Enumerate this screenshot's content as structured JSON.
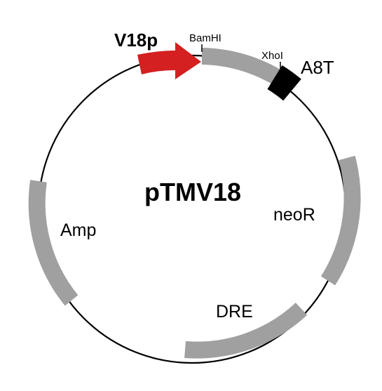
{
  "plasmid": {
    "name": "pTMV18"
  },
  "features": {
    "promoter": "V18p",
    "site_bamhi": "BamHI",
    "site_xhoi": "XhoI",
    "tag": "A8T",
    "neo": "neoR",
    "dre": "DRE",
    "amp": "Amp"
  },
  "colors": {
    "backbone": "#000000",
    "gene": "#a0a0a0",
    "promoter": "#d42020",
    "tag": "#000000"
  }
}
